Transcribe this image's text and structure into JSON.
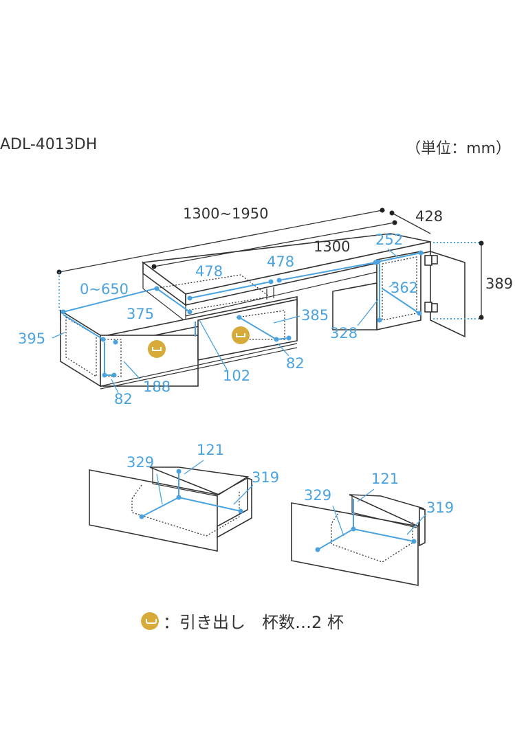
{
  "header": {
    "model": "ADL-4013DH",
    "unit": "（単位：mm）"
  },
  "dimensions": {
    "overall_width": "1300~1950",
    "depth": "428",
    "width_fixed": "1300",
    "cabinet_inner_depth": "252",
    "height": "389",
    "shelf_width_left": "478",
    "shelf_width_right": "478",
    "extension": "0~650",
    "shelf_depth": "375",
    "side_depth": "395",
    "cabinet_inner_height": "362",
    "cabinet_inner_width": "328",
    "inner_height_385": "385",
    "drawer_height_left": "102",
    "drawer_height_right": "82",
    "bottom_188": "188",
    "bottom_82": "82"
  },
  "drawers": {
    "left": {
      "depth": "329",
      "height": "121",
      "width": "319"
    },
    "right": {
      "depth": "329",
      "height": "121",
      "width": "319"
    }
  },
  "legend": {
    "text": "：引き出し　杯数…2 杯"
  },
  "colors": {
    "dimension": "#4aa3df",
    "outline": "#333333",
    "drawer_icon": "#d8aa3a"
  }
}
